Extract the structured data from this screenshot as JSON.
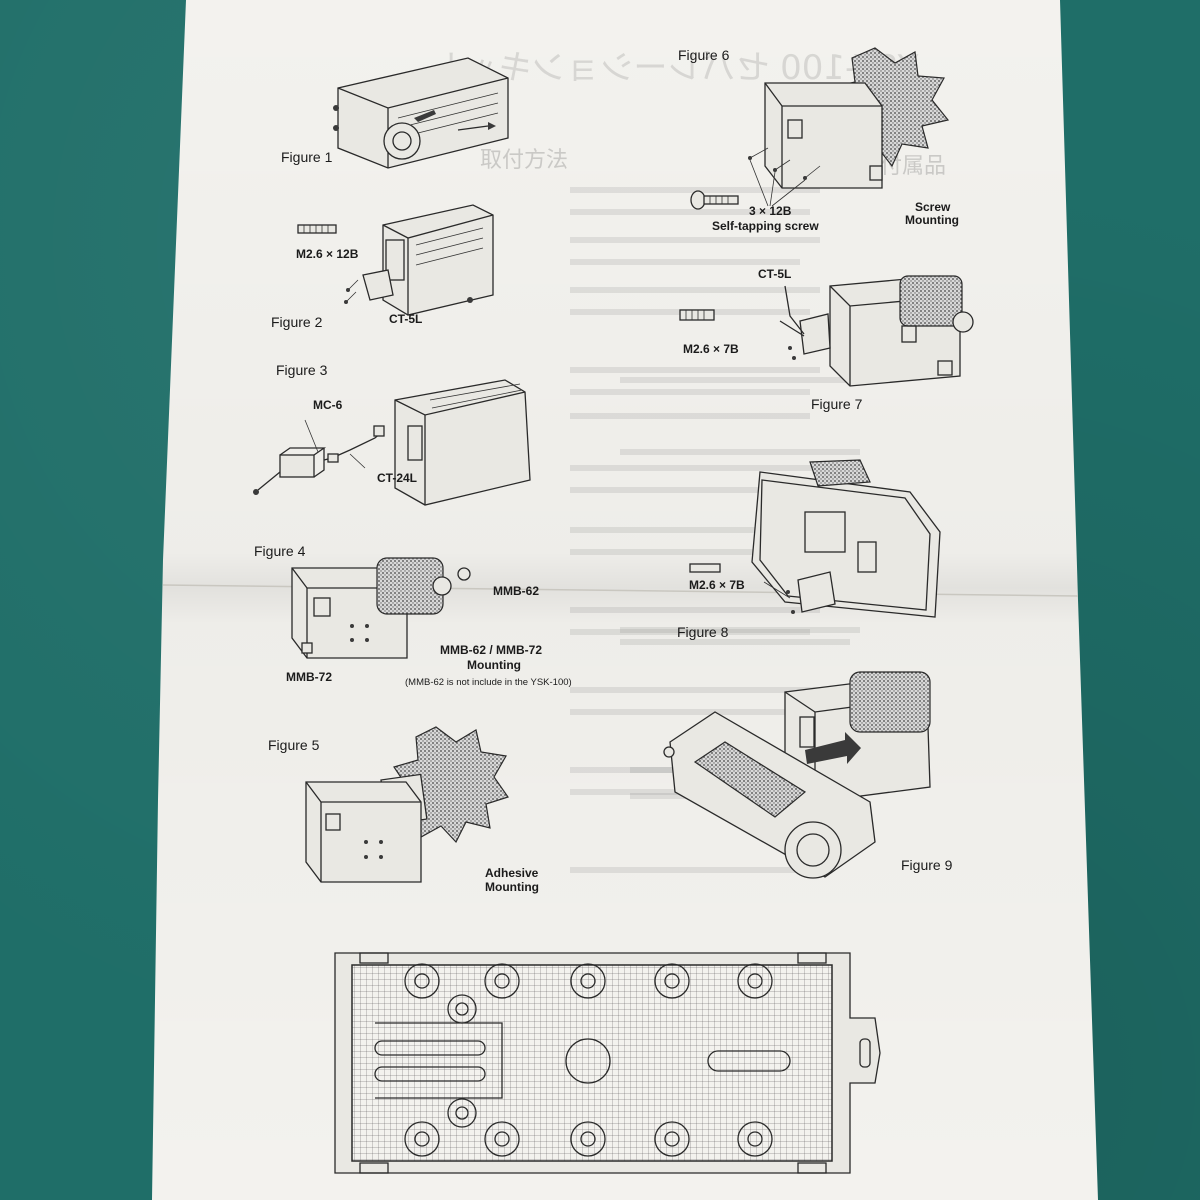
{
  "document": {
    "header_title": "YSK-100 セパレーションキット",
    "section_accessories": "付属品",
    "section_howto": "取付方法"
  },
  "figures": {
    "figure1": "Figure 1",
    "figure2": "Figure 2",
    "figure3": "Figure 3",
    "figure4": "Figure 4",
    "figure5": "Figure 5",
    "figure6": "Figure 6",
    "figure7": "Figure 7",
    "figure8": "Figure 8",
    "figure9": "Figure 9"
  },
  "parts": {
    "m26_12b": "M2.6 × 12B",
    "ct5l": "CT-5L",
    "mc6": "MC-6",
    "ct24l": "CT-24L",
    "mmb62": "MMB-62",
    "mmb72": "MMB-72",
    "mmb_mounting_line1": "MMB-62 / MMB-72",
    "mmb_mounting_line2": "Mounting",
    "mmb_note": "(MMB-62 is not include in the YSK-100)",
    "adhesive_line1": "Adhesive",
    "adhesive_line2": "Mounting",
    "screw_3x12b": "3 × 12B",
    "self_tapping": "Self-tapping screw",
    "screw_mounting_line1": "Screw",
    "screw_mounting_line2": "Mounting",
    "ct5l_fig7": "CT-5L",
    "m26_7b_fig7": "M2.6 × 7B",
    "m26_7b_fig8": "M2.6 × 7B"
  },
  "colors": {
    "background": "#1f6e68",
    "paper": "#f3f2ee",
    "ink": "#1b1b1b"
  }
}
